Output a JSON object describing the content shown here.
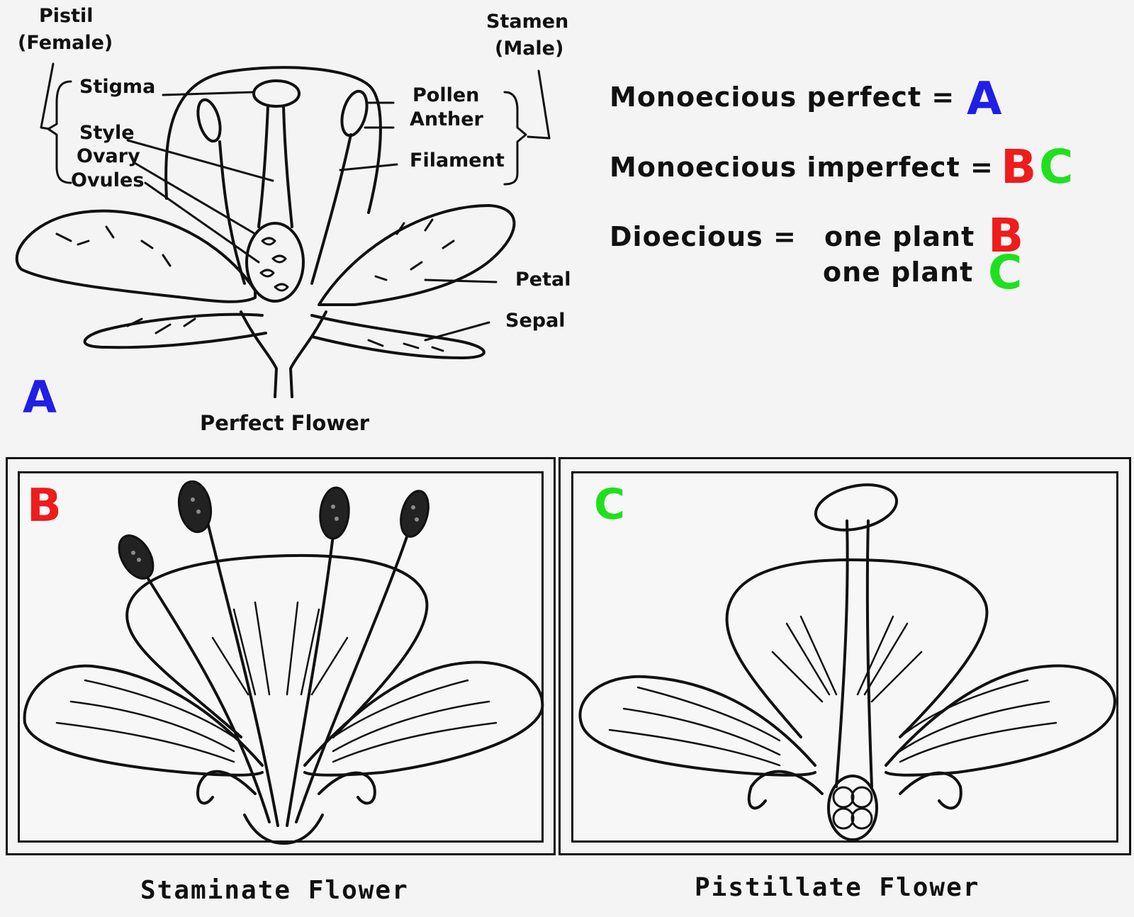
{
  "colors": {
    "A": "#1f1fe6",
    "B": "#ee1c1c",
    "C": "#1fe01f"
  },
  "flower_a": {
    "pistil": "Pistil",
    "female": "(Female)",
    "stamen": "Stamen",
    "male": "(Male)",
    "stigma": "Stigma",
    "style": "Style",
    "ovary": "Ovary",
    "ovules": "Ovules",
    "pollen": "Pollen",
    "anther": "Anther",
    "filament": "Filament",
    "petal": "Petal",
    "sepal": "Sepal",
    "letter": "A",
    "caption": "Perfect Flower"
  },
  "legend": {
    "mono_perfect": "Monoecious perfect =",
    "mono_perfect_letter": "A",
    "mono_imperfect": "Monoecious imperfect =",
    "mono_imperfect_b": "B",
    "mono_imperfect_c": "C",
    "dioecious": "Dioecious =",
    "one_plant_1": "one plant",
    "one_plant_1_letter": "B",
    "one_plant_2": "one plant",
    "one_plant_2_letter": "C"
  },
  "flower_b": {
    "letter": "B",
    "caption": "Staminate Flower"
  },
  "flower_c": {
    "letter": "C",
    "caption": "Pistillate Flower"
  }
}
